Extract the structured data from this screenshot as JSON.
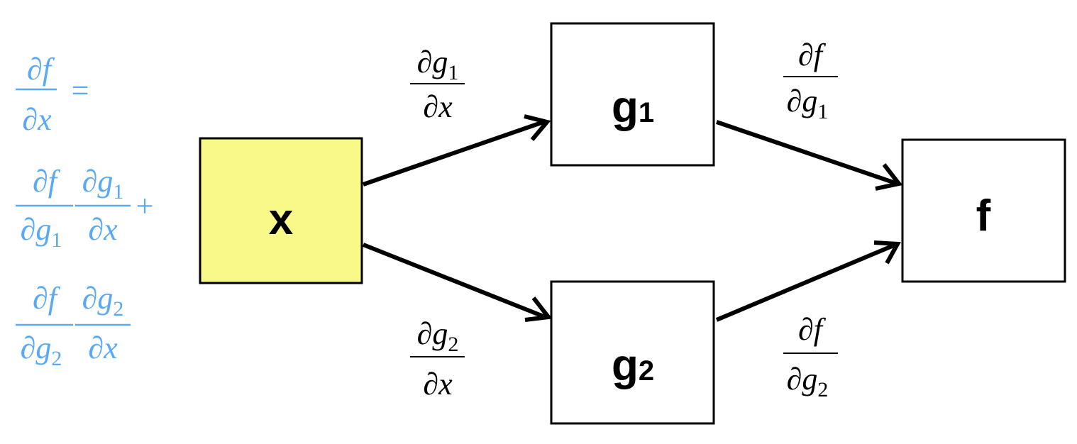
{
  "colors": {
    "input_fill": "#f9f98a",
    "box_fill": "#ffffff",
    "stroke": "#000000",
    "formula": "#5aa9f4"
  },
  "nodes": {
    "x": {
      "label": "x"
    },
    "g1": {
      "label": "g",
      "sub": "1"
    },
    "g2": {
      "label": "g",
      "sub": "2"
    },
    "f": {
      "label": "f"
    }
  },
  "edge_labels": {
    "x_g1": {
      "num": "∂g",
      "num_sub": "1",
      "den": "∂x"
    },
    "x_g2": {
      "num": "∂g",
      "num_sub": "2",
      "den": "∂x"
    },
    "g1_f": {
      "num": "∂f",
      "den": "∂g",
      "den_sub": "1"
    },
    "g2_f": {
      "num": "∂f",
      "den": "∂g",
      "den_sub": "2"
    }
  },
  "formula": {
    "lhs_num": "∂f",
    "lhs_den": "∂x",
    "equals": "=",
    "plus": "+",
    "term1": {
      "a_num": "∂f",
      "a_den": "∂g",
      "a_den_sub": "1",
      "b_num": "∂g",
      "b_num_sub": "1",
      "b_den": "∂x"
    },
    "term2": {
      "a_num": "∂f",
      "a_den": "∂g",
      "a_den_sub": "2",
      "b_num": "∂g",
      "b_num_sub": "2",
      "b_den": "∂x"
    }
  }
}
